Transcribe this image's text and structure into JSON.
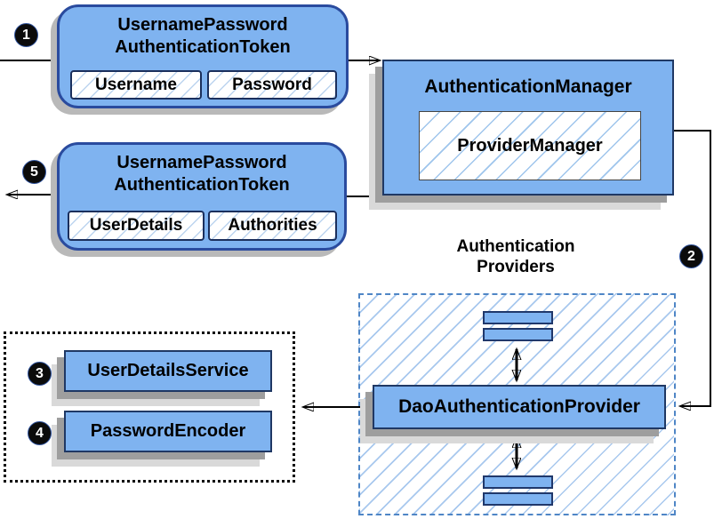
{
  "steps": [
    "1",
    "2",
    "3",
    "4",
    "5"
  ],
  "token_request": {
    "title_line1": "UsernamePassword",
    "title_line2": "AuthenticationToken",
    "fields": [
      "Username",
      "Password"
    ]
  },
  "token_response": {
    "title_line1": "UsernamePassword",
    "title_line2": "AuthenticationToken",
    "fields": [
      "UserDetails",
      "Authorities"
    ]
  },
  "authentication_manager": {
    "title": "AuthenticationManager",
    "inner": "ProviderManager"
  },
  "providers_group": {
    "label_line1": "Authentication",
    "label_line2": "Providers"
  },
  "dao_provider": {
    "label": "DaoAuthenticationProvider"
  },
  "dependencies": {
    "items": [
      "UserDetailsService",
      "PasswordEncoder"
    ]
  },
  "colors": {
    "box_fill": "#7fb3f0",
    "box_border": "#1f3864",
    "token_border": "#2a4b9e",
    "hatch_line": "#a8c8ee",
    "dashed_border": "#4f86c6",
    "shadow": "#9e9e9e",
    "connector": "#000000"
  }
}
